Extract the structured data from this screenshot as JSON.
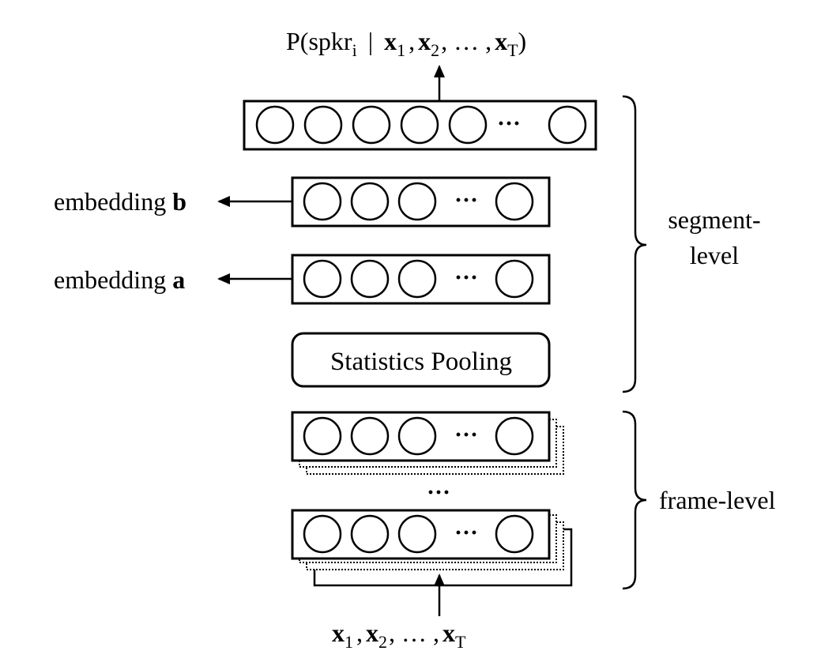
{
  "output_label": {
    "prefix": "P(spkr",
    "sub_i": "i",
    "bar": "|",
    "x": "x",
    "s1": "1",
    "s2": "2",
    "sT": "T",
    "comma": ",",
    "dots": "…",
    "close": ")"
  },
  "embedding_b": {
    "text": "embedding ",
    "bold": "b"
  },
  "embedding_a": {
    "text": "embedding ",
    "bold": "a"
  },
  "pooling_label": "Statistics Pooling",
  "segment_label": {
    "line1": "segment-",
    "line2": "level"
  },
  "frame_label": "frame-level",
  "layer_dots": "···",
  "stack_dots": "···",
  "input_label": {
    "x": "x",
    "s1": "1",
    "s2": "2",
    "sT": "T",
    "comma": ",",
    "dots": "…"
  }
}
